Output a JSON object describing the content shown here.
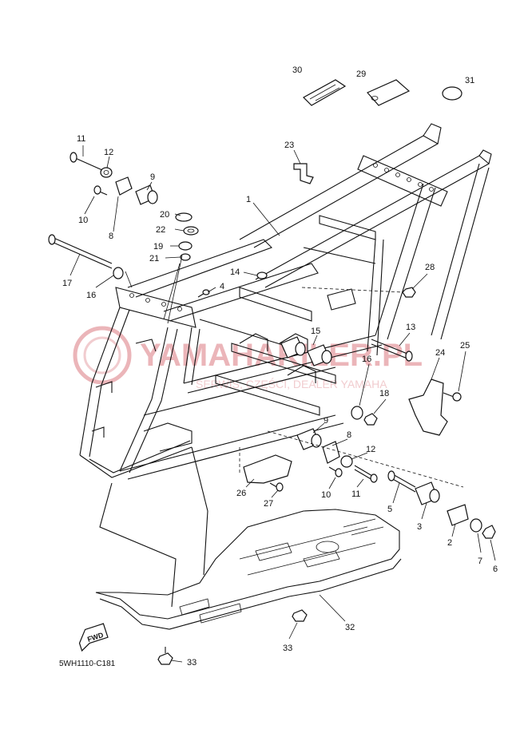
{
  "diagram": {
    "drawing_code": "5WH1110-C181",
    "fwd_label": "FWD",
    "watermark": {
      "brand": "YAMAHAKILER.PL",
      "sub": "SERWIS, CZĘŚCI, DEALER YAMAHA"
    },
    "callouts": {
      "c1": "1",
      "c2": "2",
      "c3": "3",
      "c4": "4",
      "c5": "5",
      "c6": "6",
      "c7": "7",
      "c8a": "8",
      "c8b": "8",
      "c9a": "9",
      "c9b": "9",
      "c10a": "10",
      "c10b": "10",
      "c11a": "11",
      "c11b": "11",
      "c12a": "12",
      "c12b": "12",
      "c13": "13",
      "c14": "14",
      "c15": "15",
      "c16a": "16",
      "c16b": "16",
      "c17": "17",
      "c18": "18",
      "c19": "19",
      "c20": "20",
      "c21": "21",
      "c22": "22",
      "c23": "23",
      "c24": "24",
      "c25": "25",
      "c26": "26",
      "c27": "27",
      "c28": "28",
      "c29": "29",
      "c30": "30",
      "c31": "31",
      "c32": "32",
      "c33a": "33",
      "c33b": "33"
    }
  }
}
